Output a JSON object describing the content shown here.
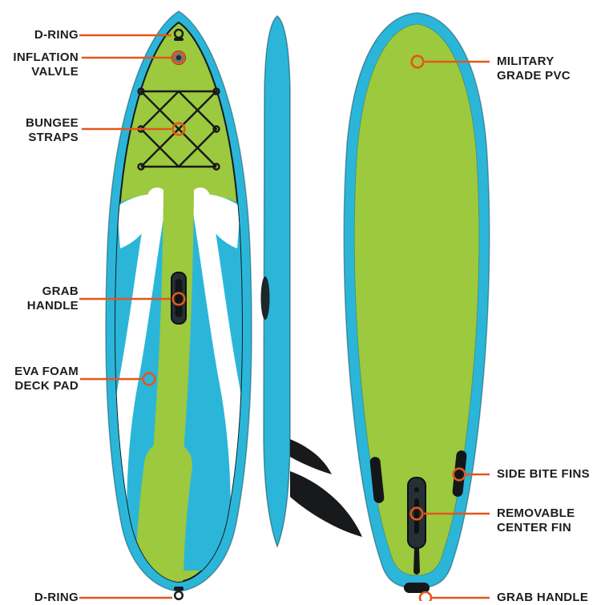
{
  "labels": {
    "d_ring_top": "D-RING",
    "inflation_valve": "INFLATION\nVALVLE",
    "bungee_straps": "BUNGEE\nSTRAPS",
    "grab_handle": "GRAB\nHANDLE",
    "eva_foam": "EVA FOAM\nDECK PAD",
    "d_ring_bottom": "D-RING",
    "military_pvc": "MILITARY\nGRADE PVC",
    "side_bite_fins": "SIDE BITE FINS",
    "center_fin": "REMOVABLE\nCENTER FIN",
    "grab_handle_bottom": "GRAB HANDLE"
  },
  "colors": {
    "teal": "#2bb6d9",
    "green": "#9cc93e",
    "orange": "#e2571b",
    "dark": "#17191a",
    "text": "#1d1d1d",
    "background": "#ffffff"
  }
}
